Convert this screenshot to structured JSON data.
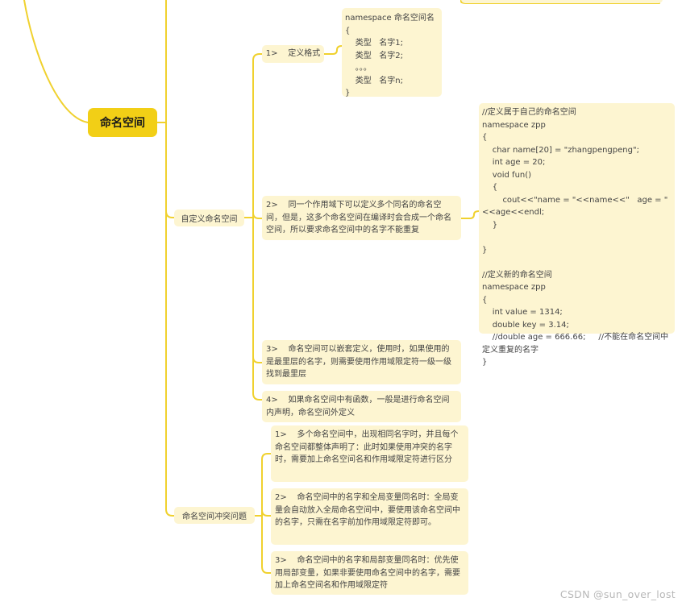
{
  "root": {
    "label": "命名空间"
  },
  "branches": [
    {
      "label": "自定义命名空间",
      "children": [
        {
          "label": "1>    定义格式",
          "detail": "namespace 命名空间名\n{\n    类型   名字1;\n    类型   名字2;\n    。。。\n    类型   名字n;\n}"
        },
        {
          "label": "2>    同一个作用域下可以定义多个同名的命名空间，但是，这多个命名空间在编译时会合成一个命名空间，所以要求命名空间中的名字不能重复",
          "detail": "//定义属于自己的命名空间\nnamespace zpp\n{\n    char name[20] = \"zhangpengpeng\";\n    int age = 20;\n    void fun()\n    {\n        cout<<\"name = \"<<name<<\"   age = \"<<age<<endl;\n    }\n\n}\n\n//定义新的命名空间\nnamespace zpp\n{\n    int value = 1314;\n    double key = 3.14;\n    //double age = 666.66;     //不能在命名空间中定义重复的名字\n}"
        },
        {
          "label": "3>    命名空间可以嵌套定义，使用时，如果使用的是最里层的名字，则需要使用作用域限定符一级一级找到最里层"
        },
        {
          "label": "4>    如果命名空间中有函数，一般是进行命名空间内声明，命名空间外定义"
        }
      ]
    },
    {
      "label": "命名空间冲突问题",
      "children": [
        {
          "label": "1>    多个命名空间中，出现相同名字时，并且每个命名空间都整体声明了：此时如果使用冲突的名字时，需要加上命名空间名和作用域限定符进行区分"
        },
        {
          "label": "2>    命名空间中的名字和全局变量同名时：全局变量会自动放入全局命名空间中，要使用该命名空间中的名字，只需在名字前加作用域限定符即可。"
        },
        {
          "label": "3>    命名空间中的名字和局部变量同名时：优先使用局部变量，如果非要使用命名空间中的名字，需要加上命名空间名和作用域限定符"
        }
      ]
    }
  ],
  "watermark": "CSDN @sun_over_lost",
  "colors": {
    "line": "#f0d12e",
    "root_fill": "#f2cf16",
    "node_fill": "#fdf5d1"
  }
}
